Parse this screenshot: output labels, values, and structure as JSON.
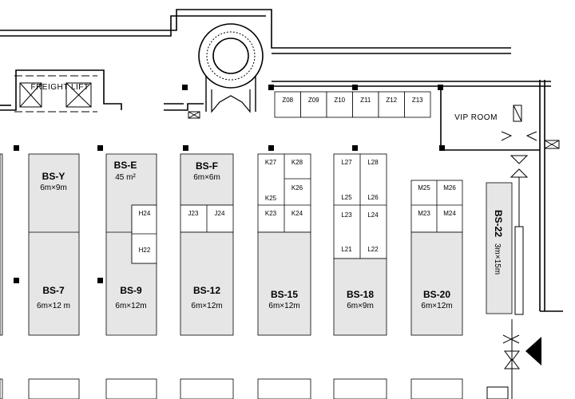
{
  "map": {
    "freight_lift_label": "FREIGHT LIFT",
    "vip_room_label": "VIP ROOM",
    "z_booths": [
      "Z08",
      "Z09",
      "Z10",
      "Z11",
      "Z12",
      "Z13"
    ],
    "booths": {
      "bs_y": {
        "name": "BS-Y",
        "size": "6m×9m"
      },
      "bs_e": {
        "name": "BS-E",
        "size": "45 m²"
      },
      "bs_f": {
        "name": "BS-F",
        "size": "6m×6m"
      },
      "bs_7": {
        "name": "BS-7",
        "size": "6m×12 m"
      },
      "bs_9": {
        "name": "BS-9",
        "size": "6m×12m"
      },
      "bs_12": {
        "name": "BS-12",
        "size": "6m×12m"
      },
      "bs_15": {
        "name": "BS-15",
        "size": "6m×12m"
      },
      "bs_18": {
        "name": "BS-18",
        "size": "6m×9m"
      },
      "bs_20": {
        "name": "BS-20",
        "size": "6m×12m"
      },
      "bs_22": {
        "name": "BS-22",
        "size": "3m×15m"
      }
    },
    "small_booths": {
      "h24": "H24",
      "h22": "H22",
      "j23": "J23",
      "j24": "J24",
      "k27": "K27",
      "k28": "K28",
      "k26": "K26",
      "k25": "K25",
      "k23": "K23",
      "k24": "K24",
      "l27": "L27",
      "l28": "L28",
      "l25": "L25",
      "l26": "L26",
      "l23": "L23",
      "l24": "L24",
      "l21": "L21",
      "l22": "L22",
      "m25": "M25",
      "m26": "M26",
      "m23": "M23",
      "m24": "M24"
    },
    "colors": {
      "booth_fill": "#e6e6e6",
      "line": "#000000",
      "pillar": "#000000"
    }
  }
}
